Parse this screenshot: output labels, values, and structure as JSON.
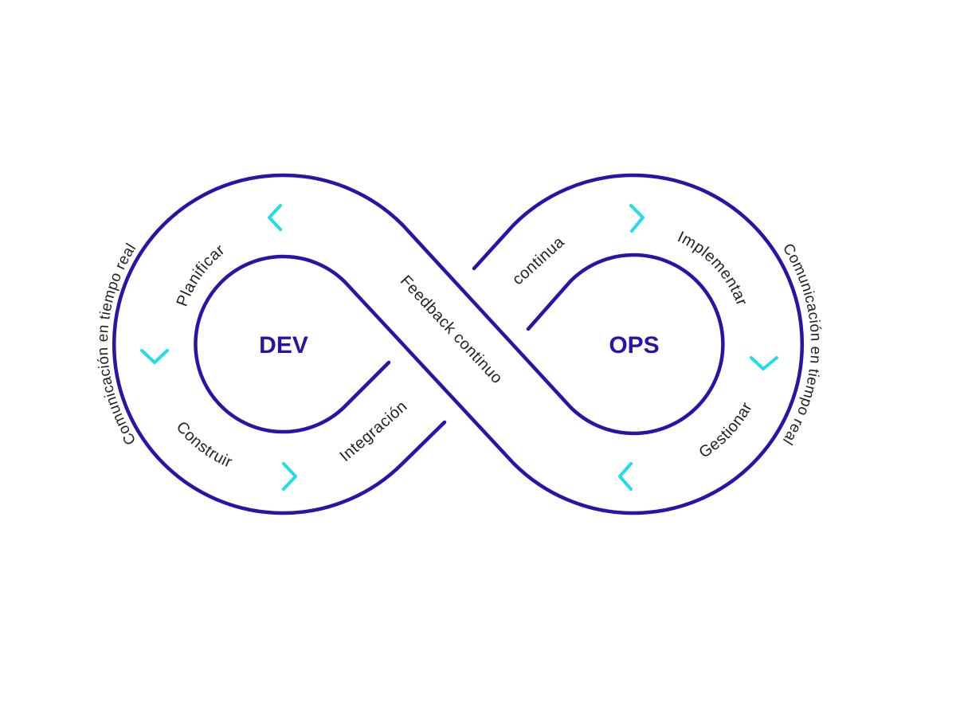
{
  "diagram": {
    "dev_label": "DEV",
    "ops_label": "OPS",
    "stages": {
      "plan": "Planificar",
      "build": "Construir",
      "integration": "Integración",
      "continuous": "continua",
      "deploy": "Implementar",
      "manage": "Gestionar",
      "feedback": "Feedback continuo"
    },
    "left_side_text": "Comunicación en tiempo real",
    "right_side_text": "Comunicación en tiempo real",
    "colors": {
      "loop": "#2b12a8",
      "chevron": "#22dde6",
      "text": "#232323"
    }
  }
}
